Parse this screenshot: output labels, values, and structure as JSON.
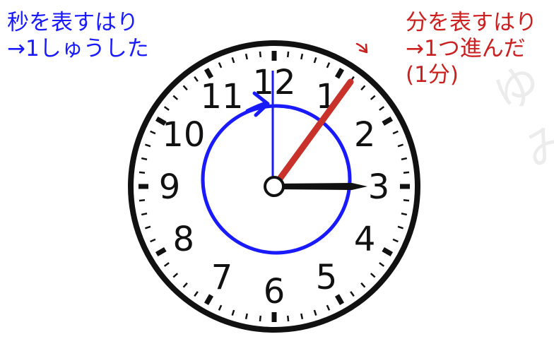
{
  "annotations": {
    "second_hand_note": {
      "line1": "秒を表すはり",
      "line2": "→1しゅうした",
      "color": "#1a1aff"
    },
    "minute_hand_note": {
      "line1": "分を表すはり",
      "line2": "→1つ進んだ",
      "line3": "(1分)",
      "color": "#cc1f1f"
    }
  },
  "watermark": "ゆみ",
  "clock": {
    "numerals": [
      "12",
      "1",
      "2",
      "3",
      "4",
      "5",
      "6",
      "7",
      "8",
      "9",
      "10",
      "11"
    ],
    "time_shown": {
      "hour": 3,
      "minute": 1,
      "second": 0
    },
    "hand_colors": {
      "hour": "#111111",
      "minute": "#c8322a",
      "second": "#1a1aff"
    }
  }
}
